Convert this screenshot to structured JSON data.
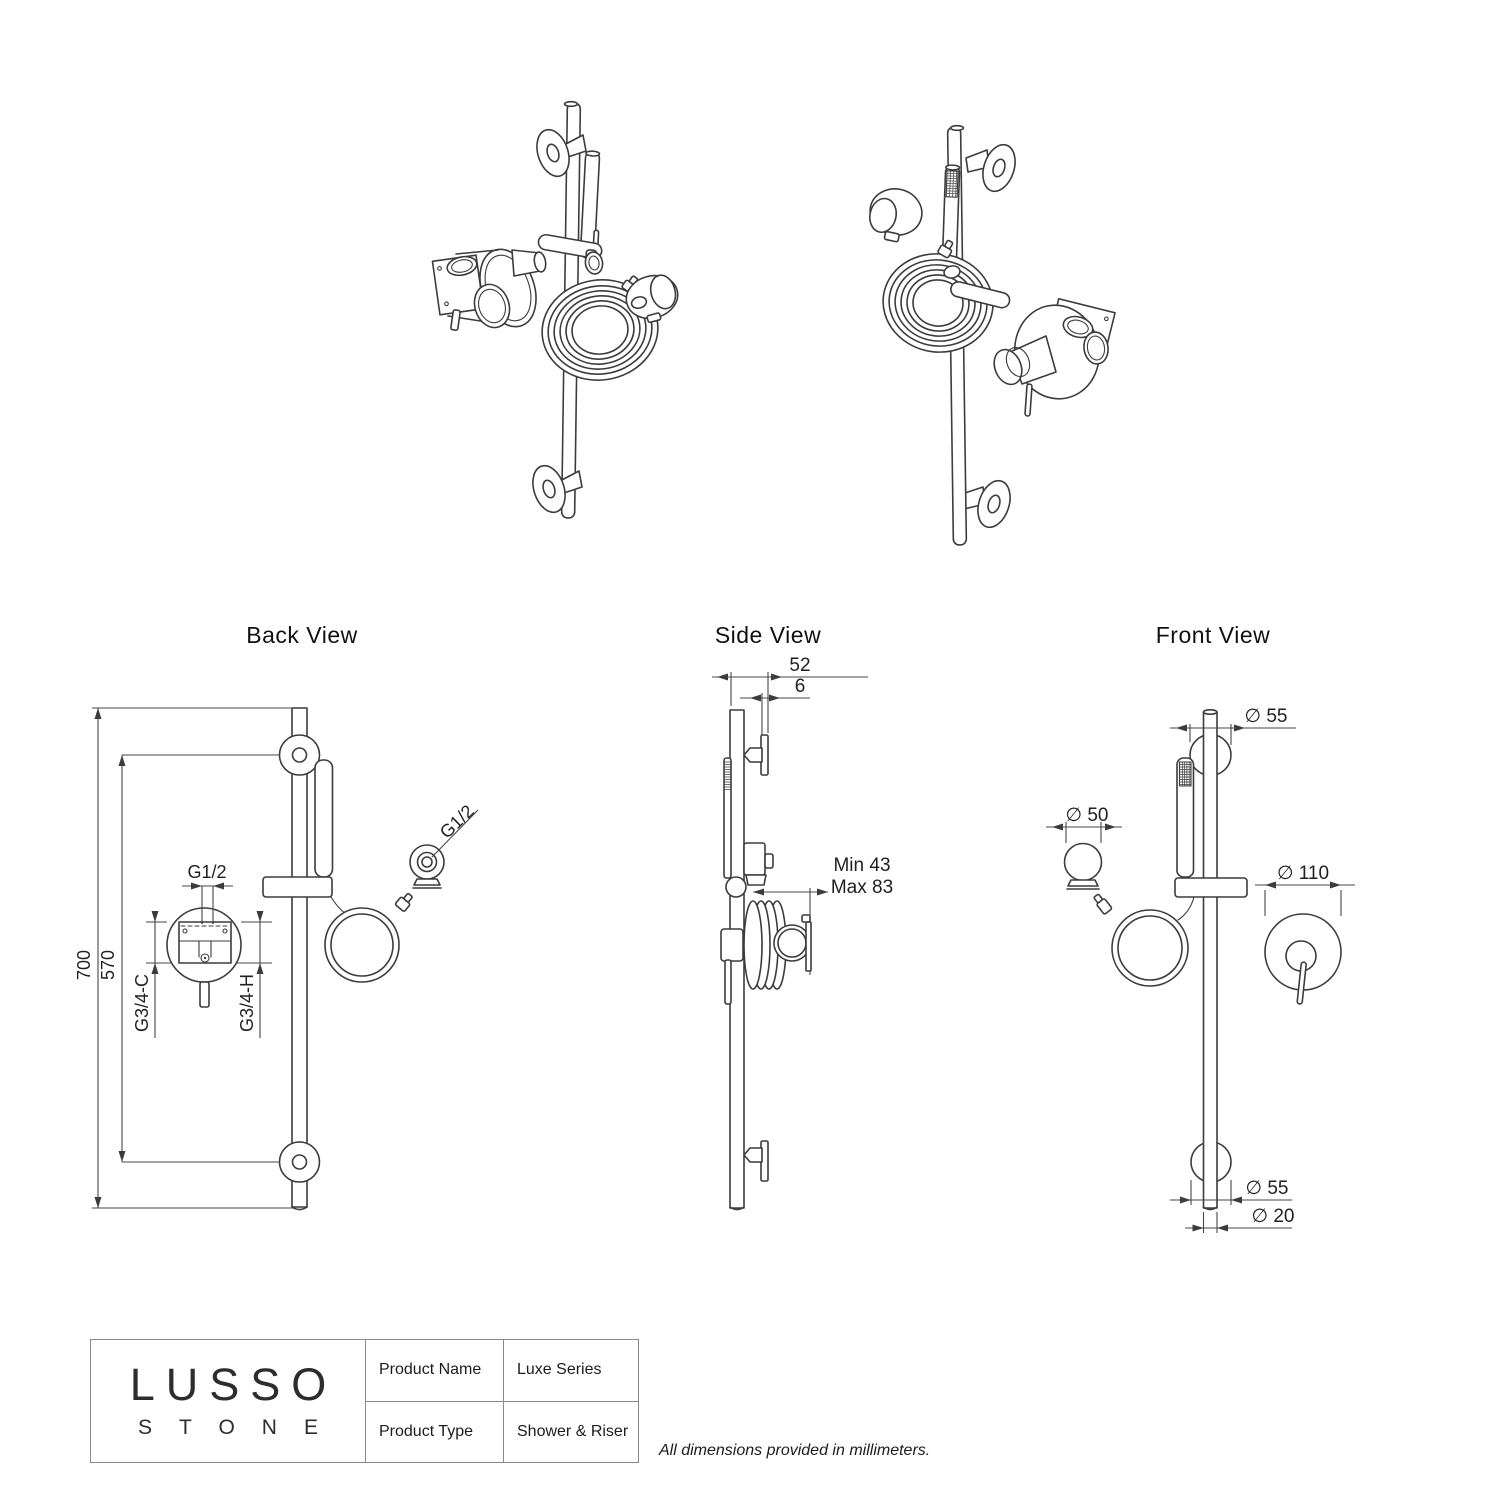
{
  "colors": {
    "line": "#3c3c3c",
    "dim_line": "#474747",
    "text": "#1f1f1f",
    "table_border": "#8a8a8a",
    "background": "#ffffff"
  },
  "views": {
    "back": {
      "title": "Back View",
      "dim_total_height": "700",
      "dim_bracket_height": "570",
      "dim_valve_inlet": "G1/2",
      "dim_cold_port": "G3/4-C",
      "dim_hot_port": "G3/4-H",
      "dim_wall_outlet": "G1/2"
    },
    "side": {
      "title": "Side View",
      "dim_rail_offset": "52",
      "dim_plate_thickness": "6",
      "dim_depth_min": "Min 43",
      "dim_depth_max": "Max 83"
    },
    "front": {
      "title": "Front View",
      "dim_top_bracket": "∅ 55",
      "dim_wall_outlet": "∅ 50",
      "dim_valve_face": "∅ 110",
      "dim_bottom_bracket": "∅ 55",
      "dim_rail_diameter": "∅ 20"
    }
  },
  "title_block": {
    "brand_top": "LUSSO",
    "brand_bottom": "STONE",
    "rows": [
      {
        "label": "Product Name",
        "value": "Luxe Series"
      },
      {
        "label": "Product Type",
        "value": "Shower & Riser"
      }
    ],
    "note": "All dimensions provided in millimeters."
  }
}
